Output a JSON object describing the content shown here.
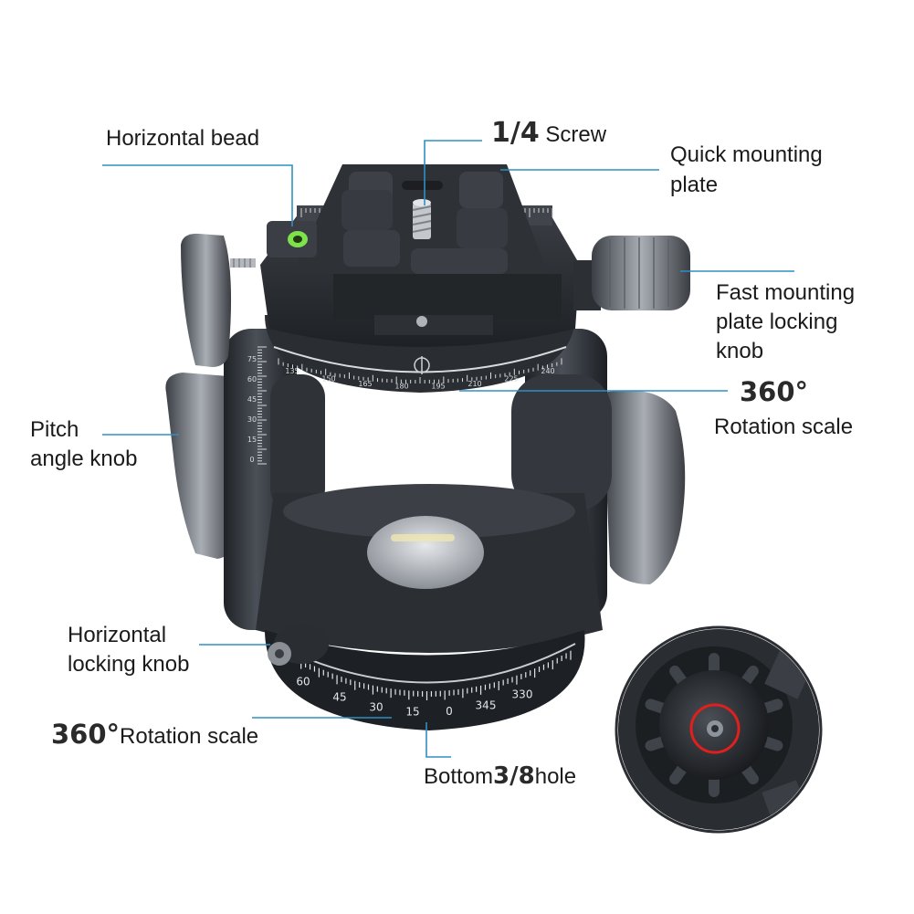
{
  "labels": {
    "horizontal_bead": "Horizontal bead",
    "quarter_screw_size": "1/4",
    "quarter_screw_word": "Screw",
    "quick_plate_line1": "Quick mounting",
    "quick_plate_line2": "plate",
    "fast_knob_line1": "Fast mounting",
    "fast_knob_line2": "plate locking",
    "fast_knob_line3": "knob",
    "rotation_top_degree": "360°",
    "rotation_top_text": "Rotation scale",
    "pitch_line1": "Pitch",
    "pitch_line2": "angle knob",
    "horiz_lock_line1": "Horizontal",
    "horiz_lock_line2": "locking knob",
    "rotation_bottom_degree": "360°",
    "rotation_bottom_text": "Rotation scale",
    "bottom_word": "Bottom",
    "bottom_size": "3/8",
    "bottom_hole": "hole"
  },
  "scales": {
    "top_ticks": [
      "135",
      "150",
      "165",
      "180",
      "195",
      "210",
      "225",
      "240"
    ],
    "bottom_ticks": [
      "60",
      "45",
      "30",
      "15",
      "0",
      "345",
      "330"
    ],
    "side_ticks": [
      "75",
      "60",
      "45",
      "30",
      "15",
      "0"
    ]
  },
  "colors": {
    "callout_line": "#2f8fc4",
    "metal_dark": "#2b2e33",
    "metal_mid": "#4a4e55",
    "metal_light": "#8d939b",
    "bubble": "#7ee34a",
    "red_ring": "#e0201c"
  }
}
